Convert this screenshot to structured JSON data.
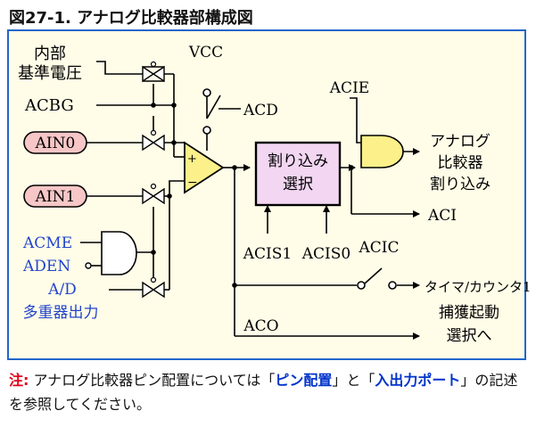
{
  "title": "図27-1. アナログ比較器部構成図",
  "inputs": {
    "internal_ref_line1": "内部",
    "internal_ref_line2": "基準電圧",
    "acbg": "ACBG",
    "ain0": "AIN0",
    "ain1": "AIN1",
    "acme": "ACME",
    "aden": "ADEN",
    "ad": "A/D",
    "mux_out": "多重器出力"
  },
  "power": {
    "vcc": "VCC",
    "acd": "ACD"
  },
  "comparator": {
    "plus": "+",
    "minus": "−"
  },
  "interrupt_select": {
    "line1": "割り込み",
    "line2": "選択"
  },
  "selects": {
    "acis1": "ACIS1",
    "acis0": "ACIS0"
  },
  "outputs": {
    "acie": "ACIE",
    "analog_int_line1": "アナログ",
    "analog_int_line2": "比較器",
    "analog_int_line3": "割り込み",
    "aci": "ACI",
    "acic": "ACIC",
    "timer": "タイマ/カウンタ1",
    "capture_line1": "捕獲起動",
    "capture_line2": "選択へ",
    "aco": "ACO"
  },
  "note": {
    "label": "注:",
    "text1": " アナログ比較器ピン配置については「",
    "link1": "ピン配置",
    "text2": "」と「",
    "link2": "入出力ポート",
    "text3": "」の記述を参照してください。"
  },
  "colors": {
    "panel_fill": "#fffde8",
    "panel_border": "#2266cc",
    "pin_fill": "#f7c6c6",
    "interrupt_fill": "#f2d6f2",
    "comparator_fill": "#fbf08a",
    "blue_text": "#2244cc"
  }
}
